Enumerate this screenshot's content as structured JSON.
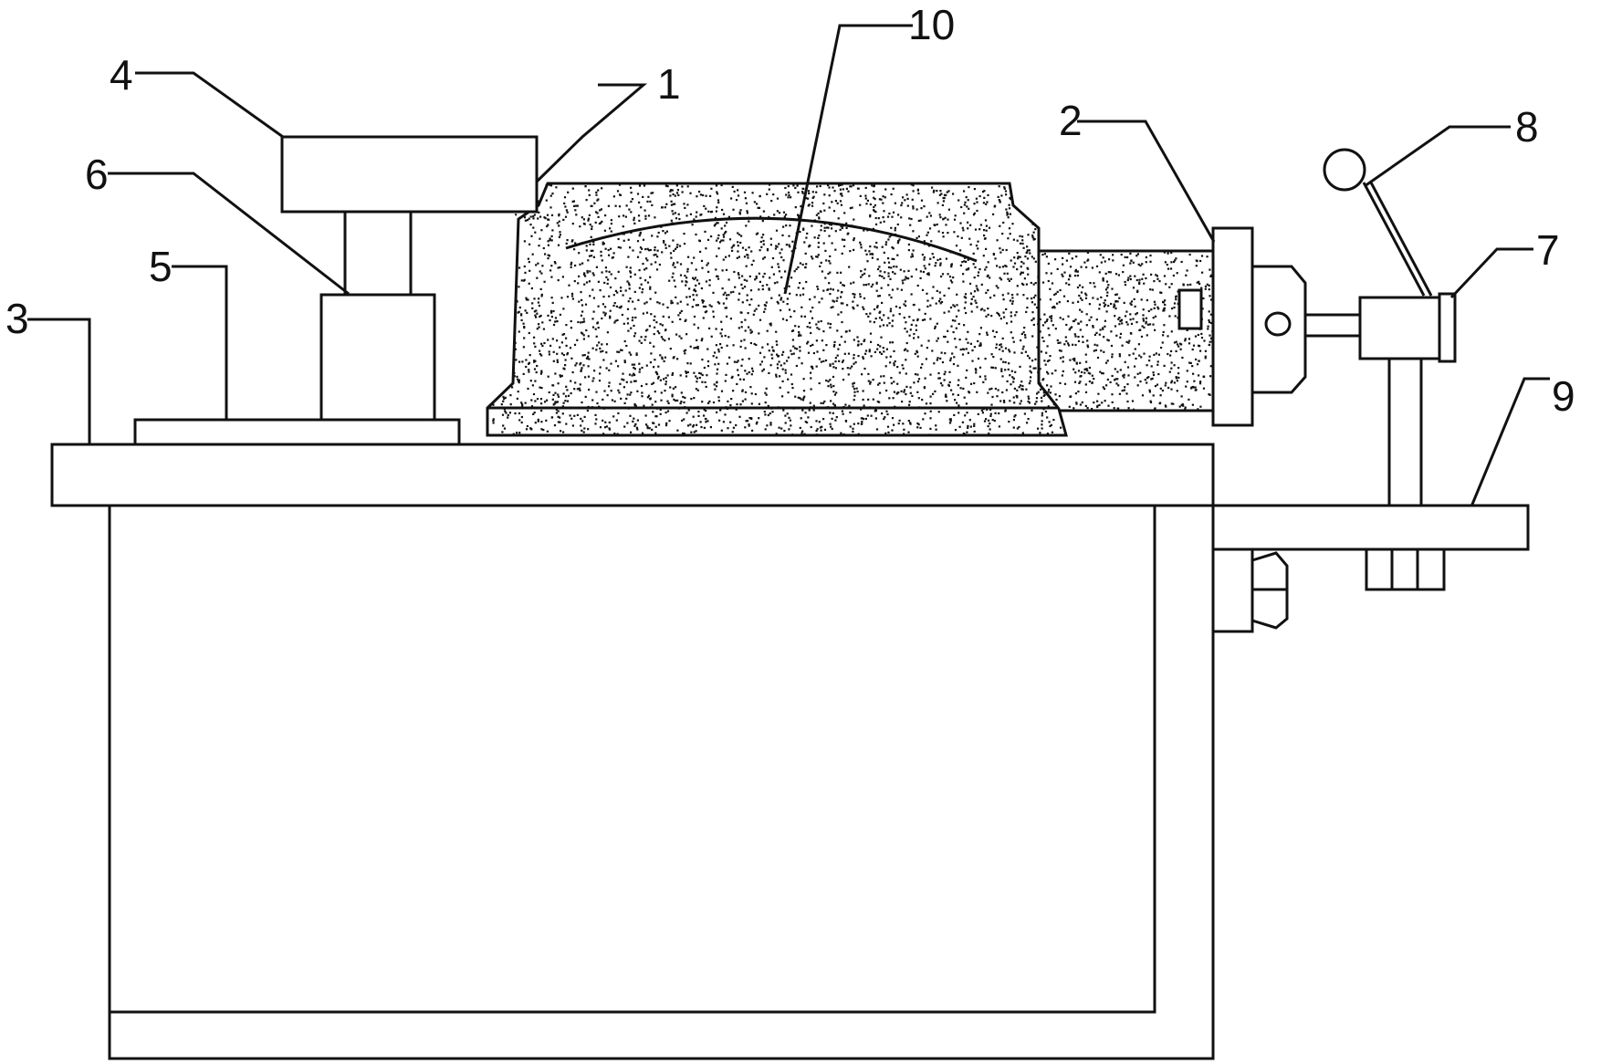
{
  "labels": {
    "l1": "1",
    "l2": "2",
    "l3": "3",
    "l4": "4",
    "l5": "5",
    "l6": "6",
    "l7": "7",
    "l8": "8",
    "l9": "9",
    "l10": "10"
  },
  "colors": {
    "ink": "#111111",
    "paper": "#ffffff"
  }
}
